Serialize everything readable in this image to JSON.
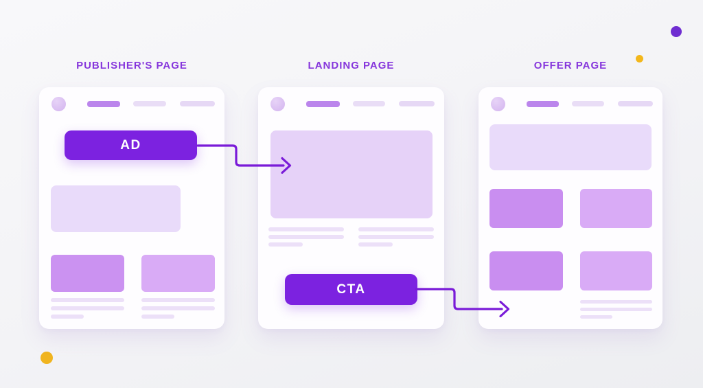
{
  "columns": [
    {
      "title": "PUBLISHER'S PAGE",
      "button_label": "AD"
    },
    {
      "title": "LANDING PAGE",
      "button_label": "CTA"
    },
    {
      "title": "OFFER PAGE"
    }
  ],
  "arrows": [
    {
      "name": "ad-to-landing",
      "from": "AD",
      "to": "LANDING PAGE"
    },
    {
      "name": "cta-to-offer",
      "from": "CTA",
      "to": "OFFER PAGE"
    }
  ],
  "colors": {
    "background": "#f3f3f6",
    "title_text": "#8636dc",
    "button_bg": "#7c22e0",
    "button_text": "#ffffff",
    "arrow": "#7a1bd8",
    "card_bg": "#fefdff",
    "nav_pill_active": "#bb85ec",
    "nav_pill": "#e9ddf6",
    "block_lavender": "#e9dbfa",
    "block_violet": "#cb92f1",
    "block_light_violet": "#d9abf6",
    "skeleton_line": "#ece0f8",
    "dot_purple": "#6f2dd1",
    "dot_yellow": "#f0b41f"
  }
}
